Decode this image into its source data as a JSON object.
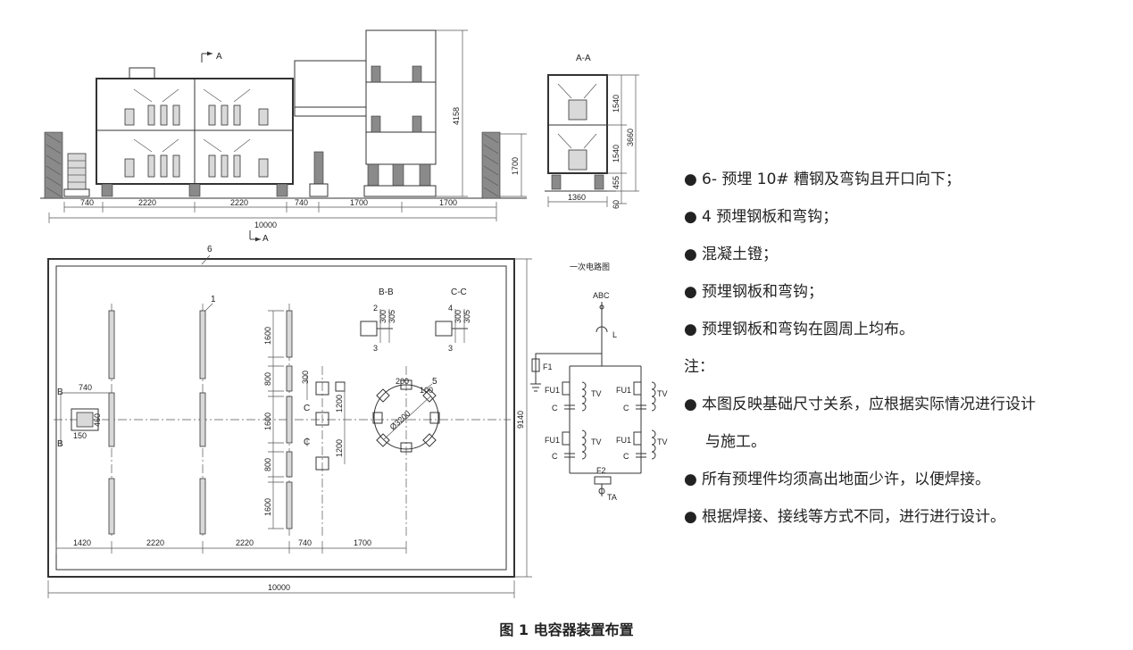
{
  "caption": "图 1  电容器装置布置",
  "notes": {
    "bullet_symbol": "●",
    "items": [
      "6- 预埋 10# 糟钢及弯钩且开口向下；",
      "4 预埋钢板和弯钩；",
      "混凝土镫；",
      "预埋钢板和弯钩；",
      "预埋钢板和弯钩在圆周上均布。"
    ],
    "heading": "注：",
    "remarks_line1": "本图反映基础尺寸关系，应根据实际情况进行设计",
    "remarks_line1_cont": "与施工。",
    "remarks_line2": "所有预埋件均须高出地面少许，以便焊接。",
    "remarks_line3": "根据焊接、接线等方式不同，进行进行设计。"
  },
  "elevation": {
    "section_mark": "A",
    "dims": [
      "740",
      "2220",
      "2220",
      "740",
      "1700",
      "1700"
    ],
    "total": "10000",
    "height_tall": "4158",
    "height_short": "1700"
  },
  "section_aa": {
    "title": "A-A",
    "dims_v": [
      "1540",
      "1540",
      "455",
      "60"
    ],
    "dim_total_v": "3660",
    "dim_width": "1360"
  },
  "plan": {
    "item_6": "6",
    "item_1": "1",
    "item_5": "5",
    "bb": {
      "title": "B-B",
      "n2": "2",
      "n3": "3",
      "d300": "300",
      "d305": "305"
    },
    "cc": {
      "title": "C-C",
      "n4": "4",
      "n3": "3",
      "d300": "300",
      "d305": "305"
    },
    "b": "B",
    "c": "C",
    "d740": "740",
    "d460": "460",
    "d150": "150",
    "vdims": [
      "1600",
      "800",
      "1600",
      "800",
      "1600"
    ],
    "d300": "300",
    "d1200": "1200",
    "d200": "200",
    "d100": "100",
    "d3200": "Ø3200",
    "bottom_dims": [
      "1420",
      "2220",
      "2220",
      "740",
      "1700"
    ],
    "total": "10000",
    "height": "9140"
  },
  "circuit": {
    "title": "一次电路图",
    "abc": "ABC",
    "l": "L",
    "f1": "F1",
    "fu1": "FU1",
    "tv": "TV",
    "c": "C",
    "f2": "F2",
    "ta": "TA"
  }
}
